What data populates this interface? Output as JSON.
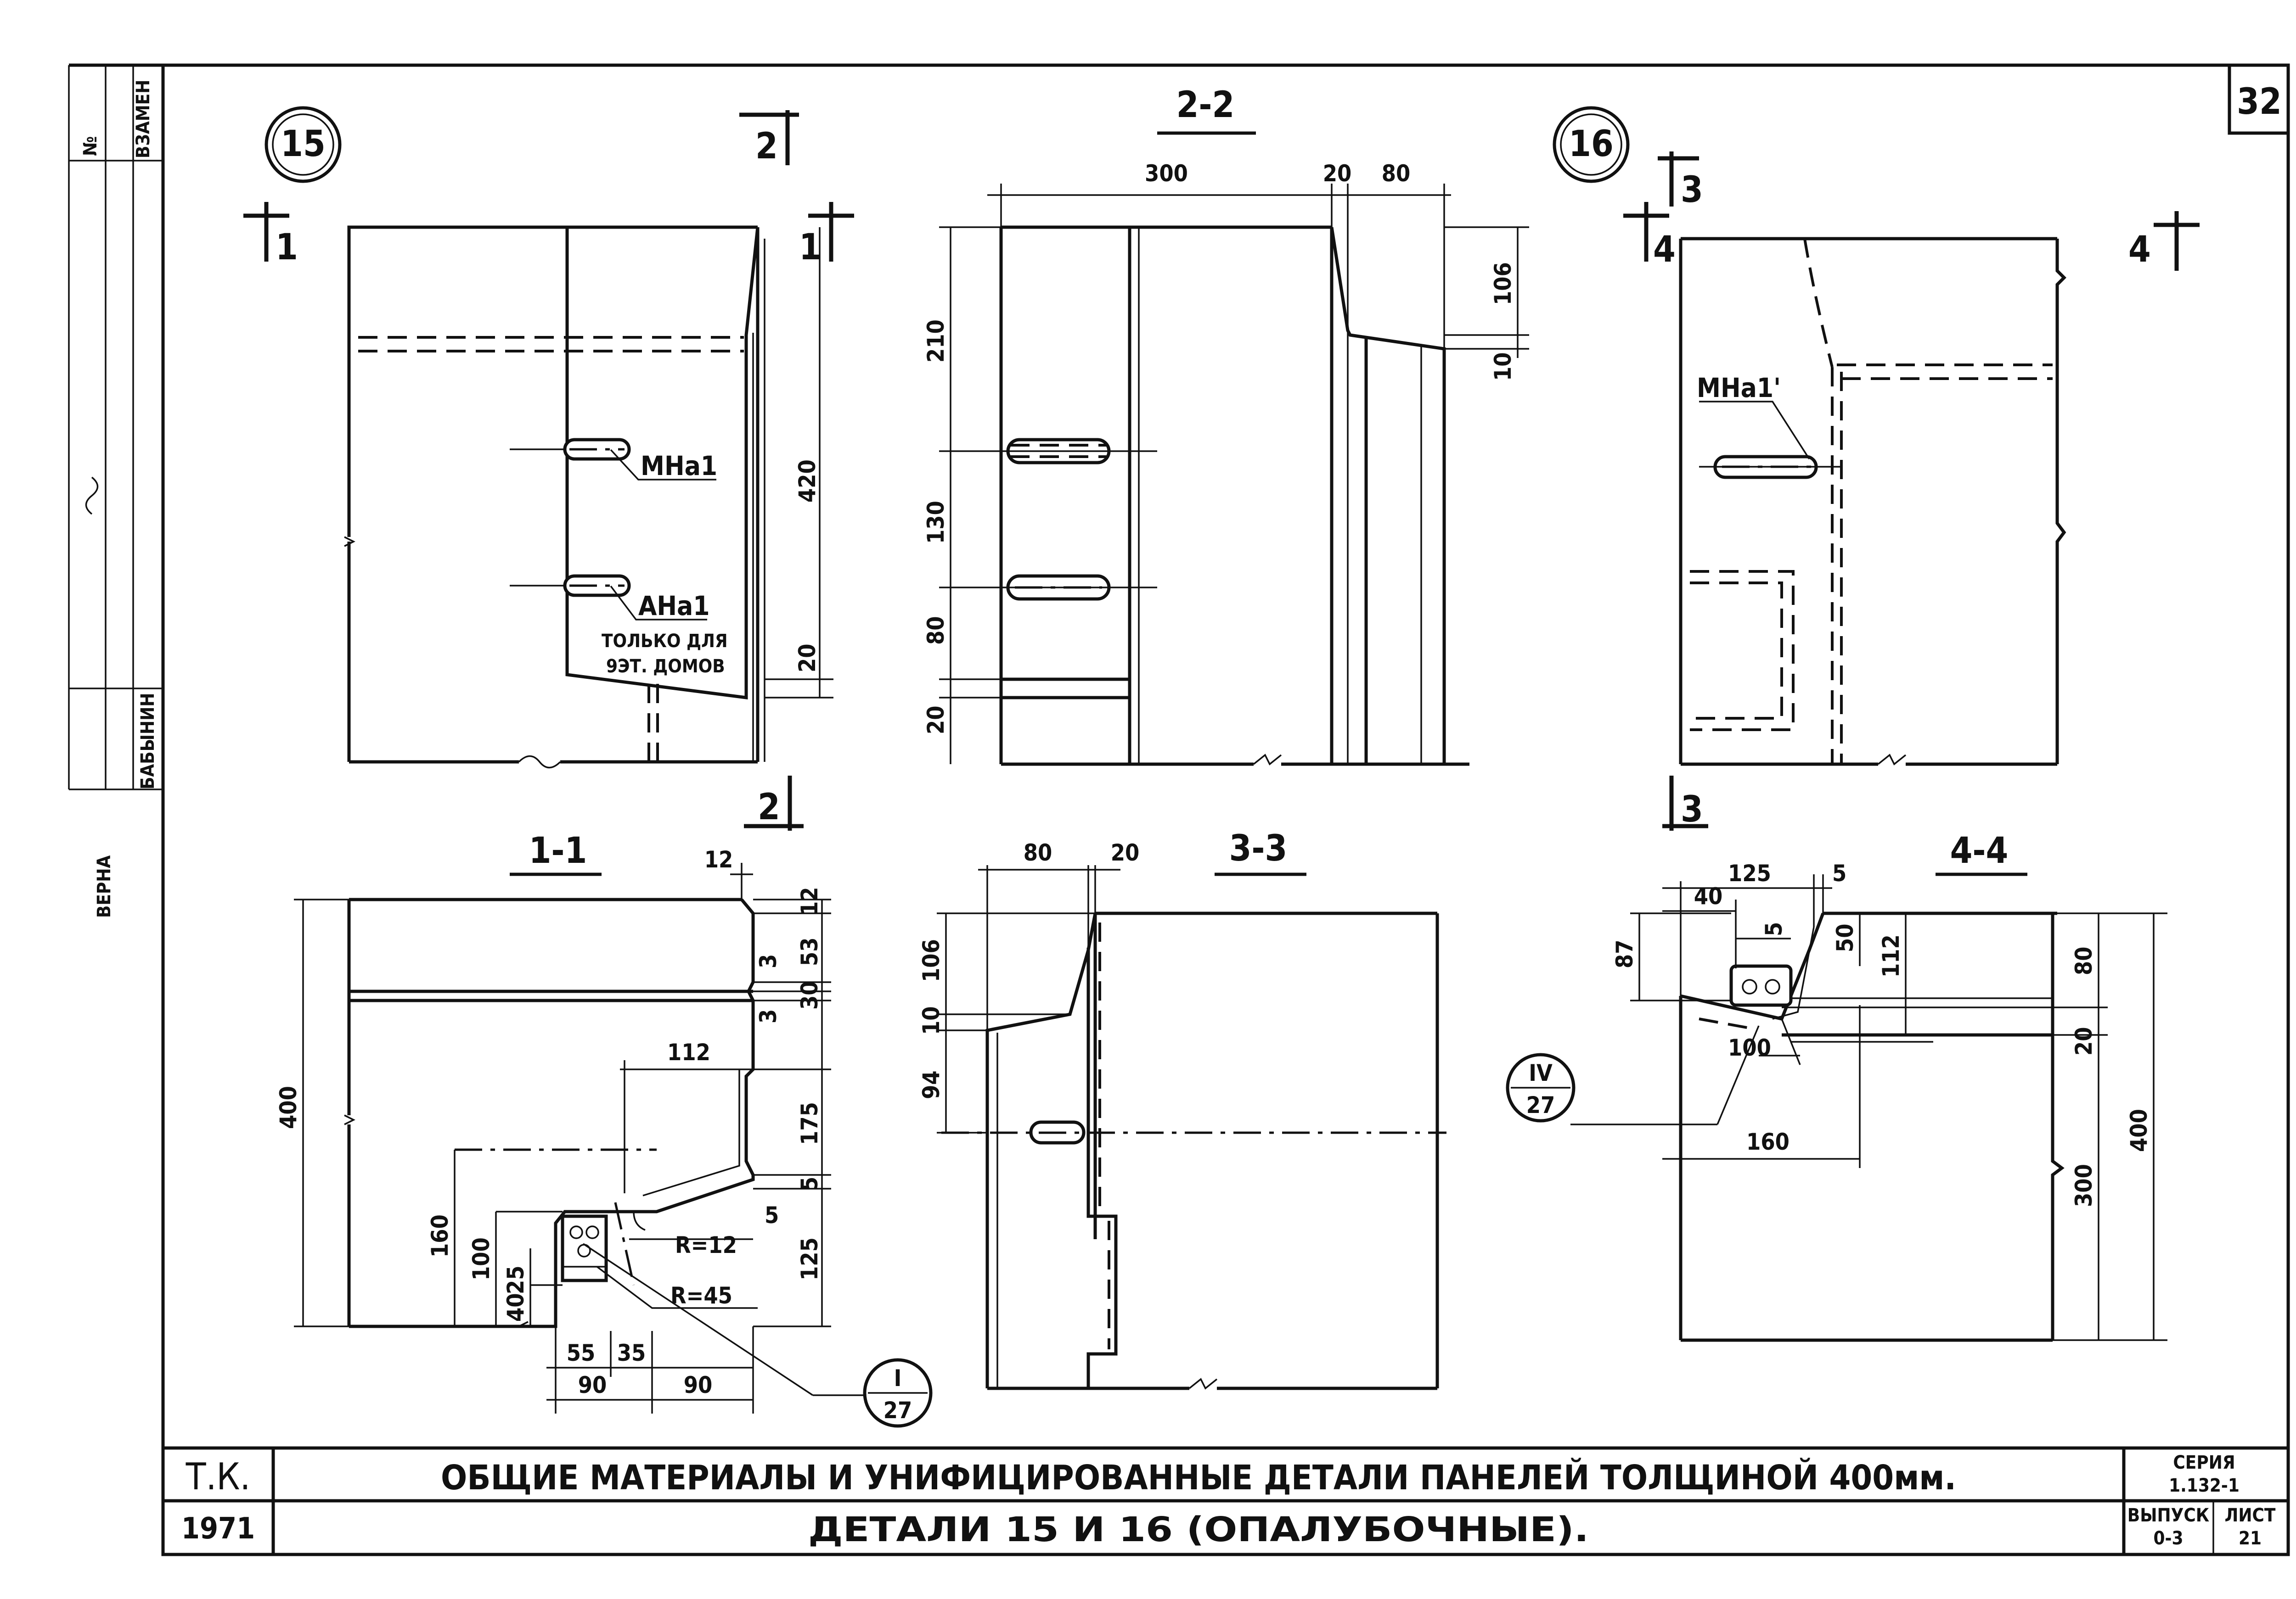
{
  "sheet": {
    "number": "32",
    "colors": {
      "ink": "#111111",
      "paper": "#ffffff"
    },
    "side_stamp": {
      "vzamen": "ВЗАМЕН",
      "no": "№",
      "verna": "ВЕРНА",
      "surname": "БАБЫНИН"
    },
    "title_block": {
      "org": "Т.К.",
      "year": "1971",
      "title": "ОБЩИЕ МАТЕРИАЛЫ И УНИФИЦИРОВАННЫЕ ДЕТАЛИ ПАНЕЛЕЙ ТОЛЩИНОЙ 400мм.",
      "subtitle": "ДЕТАЛИ 15 И 16 (ОПАЛУБОЧНЫЕ).",
      "series_label": "СЕРИЯ",
      "series_value": "1.132-1",
      "issue_label": "ВЫПУСК",
      "issue_value": "0-3",
      "list_label": "ЛИСТ",
      "list_value": "21"
    }
  },
  "detail15": {
    "number": "15",
    "cut_marks": {
      "left": "1",
      "right": "1",
      "top": "2",
      "bottom": "2"
    },
    "labels": {
      "mna": "МНа1",
      "ana": "АНа1",
      "note1": "ТОЛЬКО ДЛЯ",
      "note2": "9ЭТ. ДОМОВ"
    },
    "dims": {
      "d420": "420",
      "d20": "20"
    }
  },
  "detail16": {
    "number": "16",
    "cut_marks": {
      "left": "4",
      "right": "4",
      "top": "3",
      "bottom": "3"
    },
    "labels": {
      "mna": "МНа1'"
    }
  },
  "section22": {
    "title": "2-2",
    "dims": {
      "w300": "300",
      "w20": "20",
      "w80": "80",
      "h106": "106",
      "h10": "10",
      "h210": "210",
      "h130": "130",
      "h80": "80",
      "h20": "20"
    }
  },
  "section11": {
    "title": "1-1",
    "dims": {
      "t12": "12",
      "r12": "12",
      "r53": "53",
      "r3a": "3",
      "r30": "30",
      "r3b": "3",
      "r175": "175",
      "r5a": "5",
      "r5b": "5",
      "r125": "125",
      "h400": "400",
      "h160": "160",
      "h100": "100",
      "h25": "25",
      "h40": "40",
      "w112": "112",
      "b55": "55",
      "b35": "35",
      "b90a": "90",
      "b90b": "90",
      "rad12": "R=12",
      "rad45": "R=45"
    },
    "ref": {
      "top": "I",
      "bottom": "27"
    }
  },
  "section33": {
    "title": "3-3",
    "dims": {
      "w80": "80",
      "w20": "20",
      "h106": "106",
      "h10": "10",
      "h94": "94"
    }
  },
  "section44": {
    "title": "4-4",
    "dims": {
      "w125": "125",
      "w5a": "5",
      "w40": "40",
      "w5b": "5",
      "h87": "87",
      "h50": "50",
      "h112": "112",
      "w100": "100",
      "w160": "160",
      "h80": "80",
      "h20": "20",
      "h300": "300",
      "h400": "400"
    },
    "ref": {
      "top": "IV",
      "bottom": "27"
    }
  }
}
